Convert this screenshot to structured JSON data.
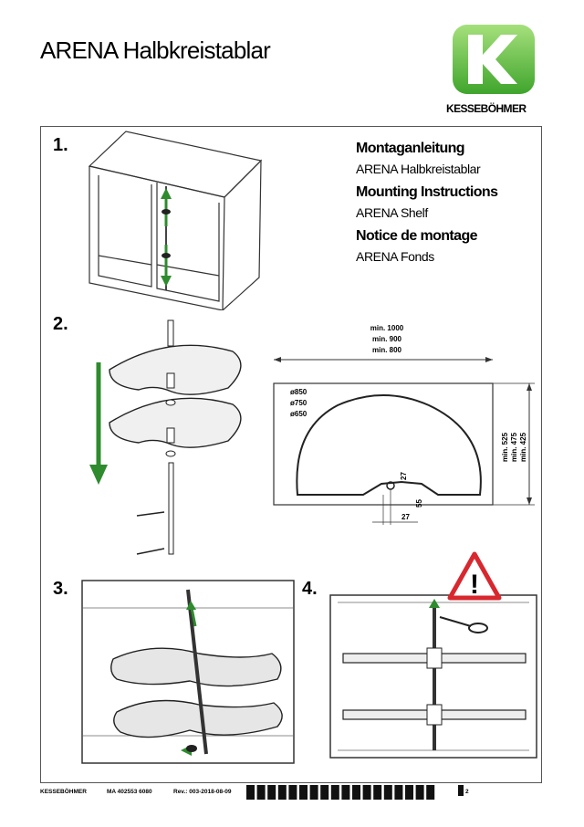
{
  "header": {
    "title": "ARENA Halbkreistablar",
    "brand": "KESSEBÖHMER"
  },
  "steps": {
    "s1": "1.",
    "s2": "2.",
    "s3": "3.",
    "s4": "4."
  },
  "instructions": {
    "de_heading": "Montaganleitung",
    "de_product": "ARENA Halbkreistablar",
    "en_heading": "Mounting Instructions",
    "en_product": "ARENA Shelf",
    "fr_heading": "Notice de montage",
    "fr_product": "ARENA Fonds"
  },
  "dimensions": {
    "widths": [
      "min. 1000",
      "min. 900",
      "min. 800"
    ],
    "diameters": [
      "ø850",
      "ø750",
      "ø650"
    ],
    "depths": [
      "min. 525",
      "min. 475",
      "min. 425"
    ],
    "dim_27": "27",
    "dim_55": "55"
  },
  "warning_symbol": "!",
  "footer": {
    "company": "KESSEBÖHMER",
    "doc_number": "MA 402553 6080",
    "revision": "Rev.: 003-2018-08-09",
    "page": "2"
  },
  "colors": {
    "logo_green": "#6cc24a",
    "arrow_green": "#2e8b2e",
    "warning_red": "#d8272e"
  }
}
